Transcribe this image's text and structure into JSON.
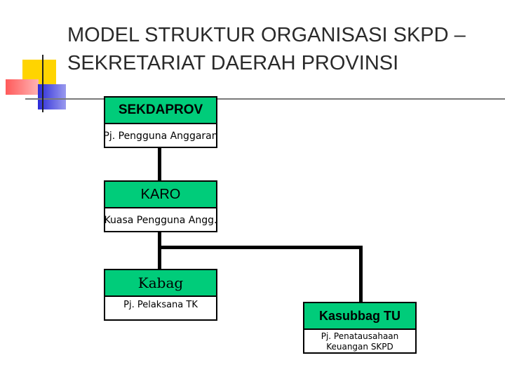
{
  "title": {
    "line1": "MODEL STRUKTUR ORGANISASI SKPD –",
    "line2": "SEKRETARIAT DAERAH PROVINSI"
  },
  "nodes": {
    "sekdaprov": {
      "name": "SEKDAPROV",
      "role": "Pj. Pengguna Anggaran"
    },
    "karo": {
      "name": "KARO",
      "role": "Kuasa Pengguna Angg."
    },
    "kabag": {
      "name": "Kabag",
      "role": "Pj. Pelaksana TK"
    },
    "kasubbag": {
      "name": "Kasubbag TU",
      "role_line1": "Pj. Penatausahaan",
      "role_line2": "Keuangan SKPD"
    }
  },
  "colors": {
    "node_header": "#00cc7a",
    "connector": "#000000"
  }
}
